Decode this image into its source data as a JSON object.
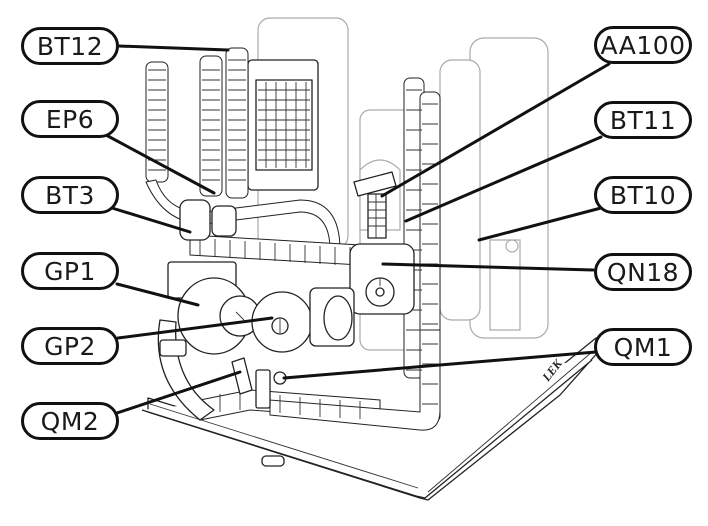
{
  "diagram": {
    "title": "Heat pump internal component overview",
    "brand_mark": "LEK",
    "callouts_left": [
      {
        "id": "BT12",
        "label": "BT12"
      },
      {
        "id": "EP6",
        "label": "EP6"
      },
      {
        "id": "BT3",
        "label": "BT3"
      },
      {
        "id": "GP1",
        "label": "GP1"
      },
      {
        "id": "GP2",
        "label": "GP2"
      },
      {
        "id": "QM2",
        "label": "QM2"
      }
    ],
    "callouts_right": [
      {
        "id": "AA100",
        "label": "AA100"
      },
      {
        "id": "BT11",
        "label": "BT11"
      },
      {
        "id": "BT10",
        "label": "BT10"
      },
      {
        "id": "QN18",
        "label": "QN18"
      },
      {
        "id": "QM1",
        "label": "QM1"
      }
    ],
    "colors": {
      "line": "#111111",
      "drawing": "#222222",
      "faded_drawing": "#aaaaaa",
      "background": "#ffffff"
    }
  }
}
